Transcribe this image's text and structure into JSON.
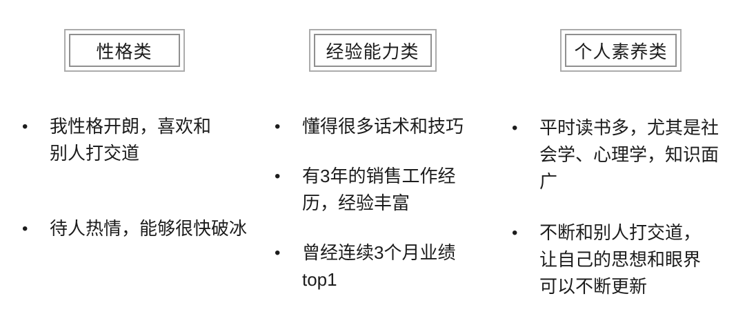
{
  "page": {
    "background": "#ffffff",
    "text_color": "#1c1c1c",
    "header_border_outer_color": "#ababab",
    "header_border_inner_color": "#8f8f8f",
    "bullet_glyph": "•"
  },
  "columns": [
    {
      "title": "性格类",
      "bullets": [
        "我性格开朗，喜欢和\n别人打交道",
        "待人热情，能够很快破冰"
      ]
    },
    {
      "title": "经验能力类",
      "bullets": [
        "懂得很多话术和技巧",
        "有3年的销售工作经\n历，经验丰富",
        "曾经连续3个月业绩\ntop1"
      ]
    },
    {
      "title": "个人素养类",
      "bullets": [
        "平时读书多，尤其是社\n会学、心理学，知识面\n广",
        "不断和别人打交道，\n让自己的思想和眼界\n可以不断更新"
      ]
    }
  ]
}
